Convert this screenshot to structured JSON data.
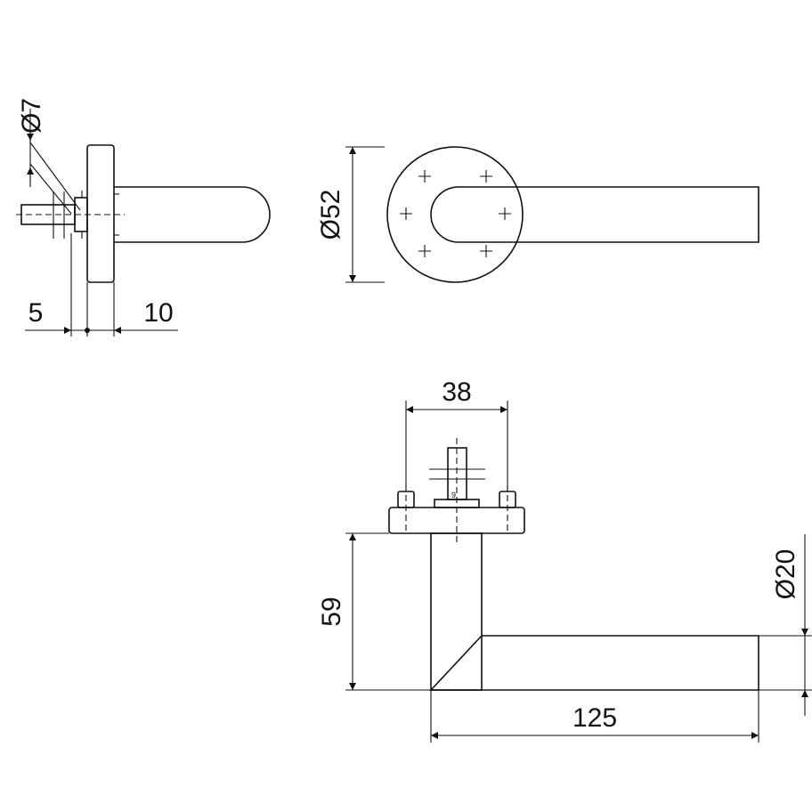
{
  "dimensions": {
    "pin_diameter": "Ø7",
    "rose_diameter": "Ø52",
    "rose_thickness_left": "5",
    "rose_thickness_right": "10",
    "screw_spacing": "38",
    "lever_projection": "59",
    "lever_length": "125",
    "lever_diameter": "Ø20"
  },
  "spindle_mark": "9",
  "colors": {
    "line": "#111111",
    "background": "#ffffff"
  }
}
